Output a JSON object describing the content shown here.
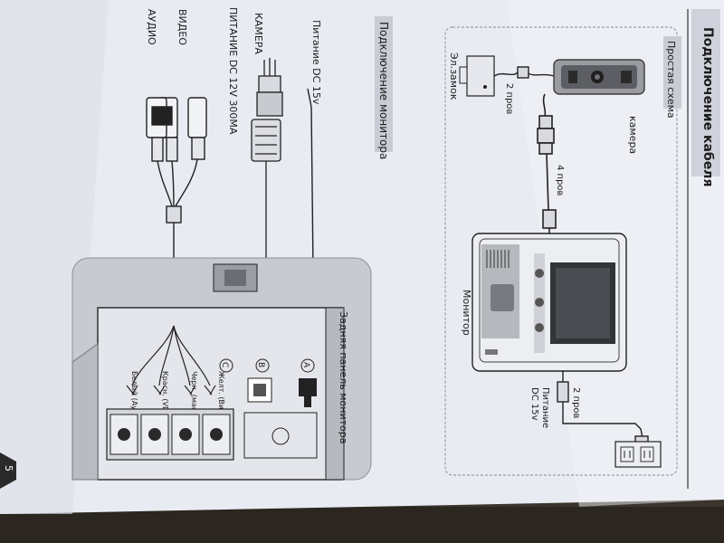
{
  "page": {
    "section_title": "Подключение кабеля",
    "page_number": "5"
  },
  "simple_scheme": {
    "heading": "Простая схема",
    "labels": {
      "camera": "камера",
      "lock": "Эл.замок",
      "two_wires_lock": "2 пров",
      "four_wires": "4 пров",
      "monitor": "Монитор",
      "two_wires_power": "2 пров",
      "power_line1": "Питание",
      "power_line2": "DC 15v"
    }
  },
  "monitor_connection": {
    "heading": "Подключение монитора",
    "left_labels": {
      "power_dc": "Питание  DC 15v",
      "camera": "КАМЕРА",
      "power_12v": "ПИТАНИЕ DC 12V 300MA",
      "video": "ВИДЕО",
      "audio": "АУДИО"
    },
    "panel_title": "Задняя панель монитора",
    "terminals": [
      {
        "label": "Желт. (Видео)"
      },
      {
        "label": "Черн. (масса)"
      },
      {
        "label": "Красн. (VDD)"
      },
      {
        "label": "Белый (Аудио)"
      }
    ],
    "connector_letters": {
      "a": "A",
      "b": "B",
      "c": "C"
    }
  },
  "colors": {
    "paper": "#e9ecf3",
    "line": "#2a2a2a",
    "panel": "#c9ccd3",
    "dark_bg": "#3a342c"
  }
}
